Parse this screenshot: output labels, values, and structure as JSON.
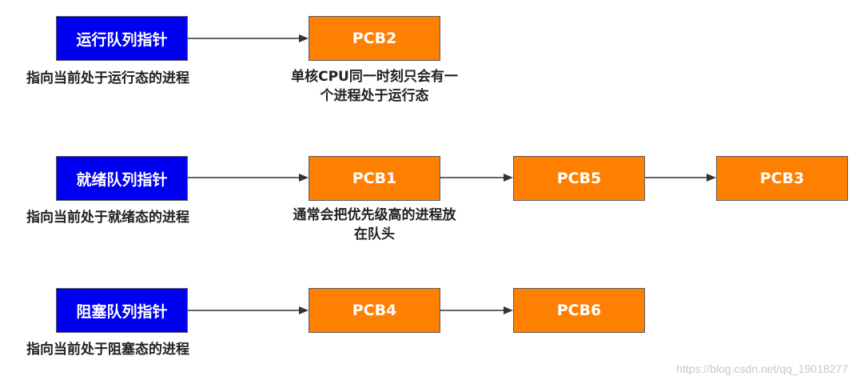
{
  "rows": [
    {
      "pointer_label": "运行队列指针",
      "pointer_desc": "指向当前处于运行态的进程",
      "nodes": [
        "PCB2"
      ],
      "note_line1": "单核CPU同一时刻只会有一",
      "note_line2": "个进程处于运行态"
    },
    {
      "pointer_label": "就绪队列指针",
      "pointer_desc": "指向当前处于就绪态的进程",
      "nodes": [
        "PCB1",
        "PCB5",
        "PCB3"
      ],
      "note_line1": "通常会把优先级高的进程放",
      "note_line2": "在队头"
    },
    {
      "pointer_label": "阻塞队列指针",
      "pointer_desc": "指向当前处于阻塞态的进程",
      "nodes": [
        "PCB4",
        "PCB6"
      ]
    }
  ],
  "watermark": "https://blog.csdn.net/qq_19018277",
  "colors": {
    "pointer_fill": "#0000f0",
    "pcb_fill": "#ff8000",
    "border": "#5a5a5a",
    "arrow": "#333333"
  }
}
